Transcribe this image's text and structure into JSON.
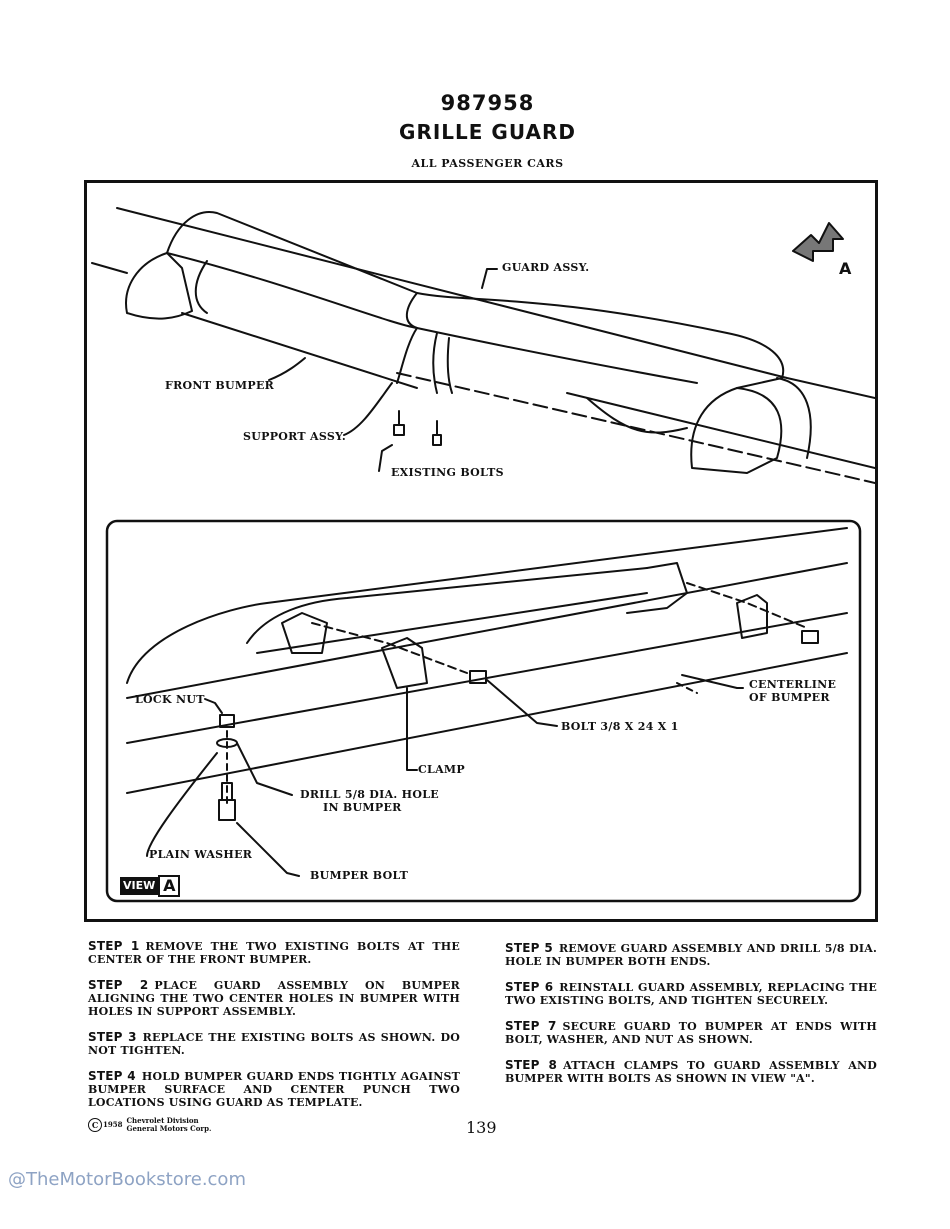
{
  "header": {
    "part_number": "987958",
    "title": "GRILLE GUARD",
    "subtitle": "ALL PASSENGER CARS"
  },
  "figure": {
    "labels": {
      "guard_assy": "GUARD ASSY.",
      "front_bumper": "FRONT BUMPER",
      "support_assy": "SUPPORT ASSY.",
      "existing_bolts": "EXISTING BOLTS",
      "lock_nut": "LOCK NUT",
      "centerline_line1": "CENTERLINE",
      "centerline_line2": "OF BUMPER",
      "bolt": "BOLT 3/8 X 24 X 1",
      "clamp": "CLAMP",
      "drill_line1": "DRILL 5/8 DIA.  HOLE",
      "drill_line2": "IN BUMPER",
      "plain_washer": "PLAIN WASHER",
      "bumper_bolt": "BUMPER BOLT"
    },
    "view_arrow_letter": "A",
    "view_label": "VIEW",
    "view_letter": "A"
  },
  "steps": [
    {
      "num": "STEP 1",
      "text": "REMOVE THE TWO EXISTING BOLTS AT THE CENTER OF THE FRONT BUMPER."
    },
    {
      "num": "STEP 2",
      "text": "PLACE GUARD ASSEMBLY ON BUMPER ALIGNING THE TWO CENTER HOLES IN BUMPER WITH HOLES IN SUPPORT ASSEMBLY."
    },
    {
      "num": "STEP 3",
      "text": "REPLACE THE EXISTING BOLTS AS SHOWN.  DO NOT TIGHTEN."
    },
    {
      "num": "STEP 4",
      "text": "HOLD BUMPER GUARD ENDS TIGHTLY AGAINST BUMPER SURFACE AND CENTER PUNCH TWO LOCATIONS USING GUARD AS TEMPLATE."
    },
    {
      "num": "STEP 5",
      "text": "REMOVE GUARD ASSEMBLY AND DRILL 5/8 DIA. HOLE IN BUMPER BOTH ENDS."
    },
    {
      "num": "STEP 6",
      "text": "REINSTALL GUARD ASSEMBLY, REPLACING THE TWO EXISTING BOLTS, AND TIGHTEN SECURELY."
    },
    {
      "num": "STEP 7",
      "text": "SECURE GUARD TO BUMPER AT ENDS WITH BOLT, WASHER, AND NUT AS SHOWN."
    },
    {
      "num": "STEP 8",
      "text": "ATTACH CLAMPS TO GUARD ASSEMBLY AND BUMPER WITH BOLTS AS SHOWN IN VIEW \"A\"."
    }
  ],
  "footer": {
    "copyright_symbol": "C",
    "copyright_year": "1958",
    "copyright_line1": "Chevrolet Division",
    "copyright_line2": "General Motors Corp.",
    "page_number": "139",
    "watermark": "@TheMotorBookstore.com"
  }
}
